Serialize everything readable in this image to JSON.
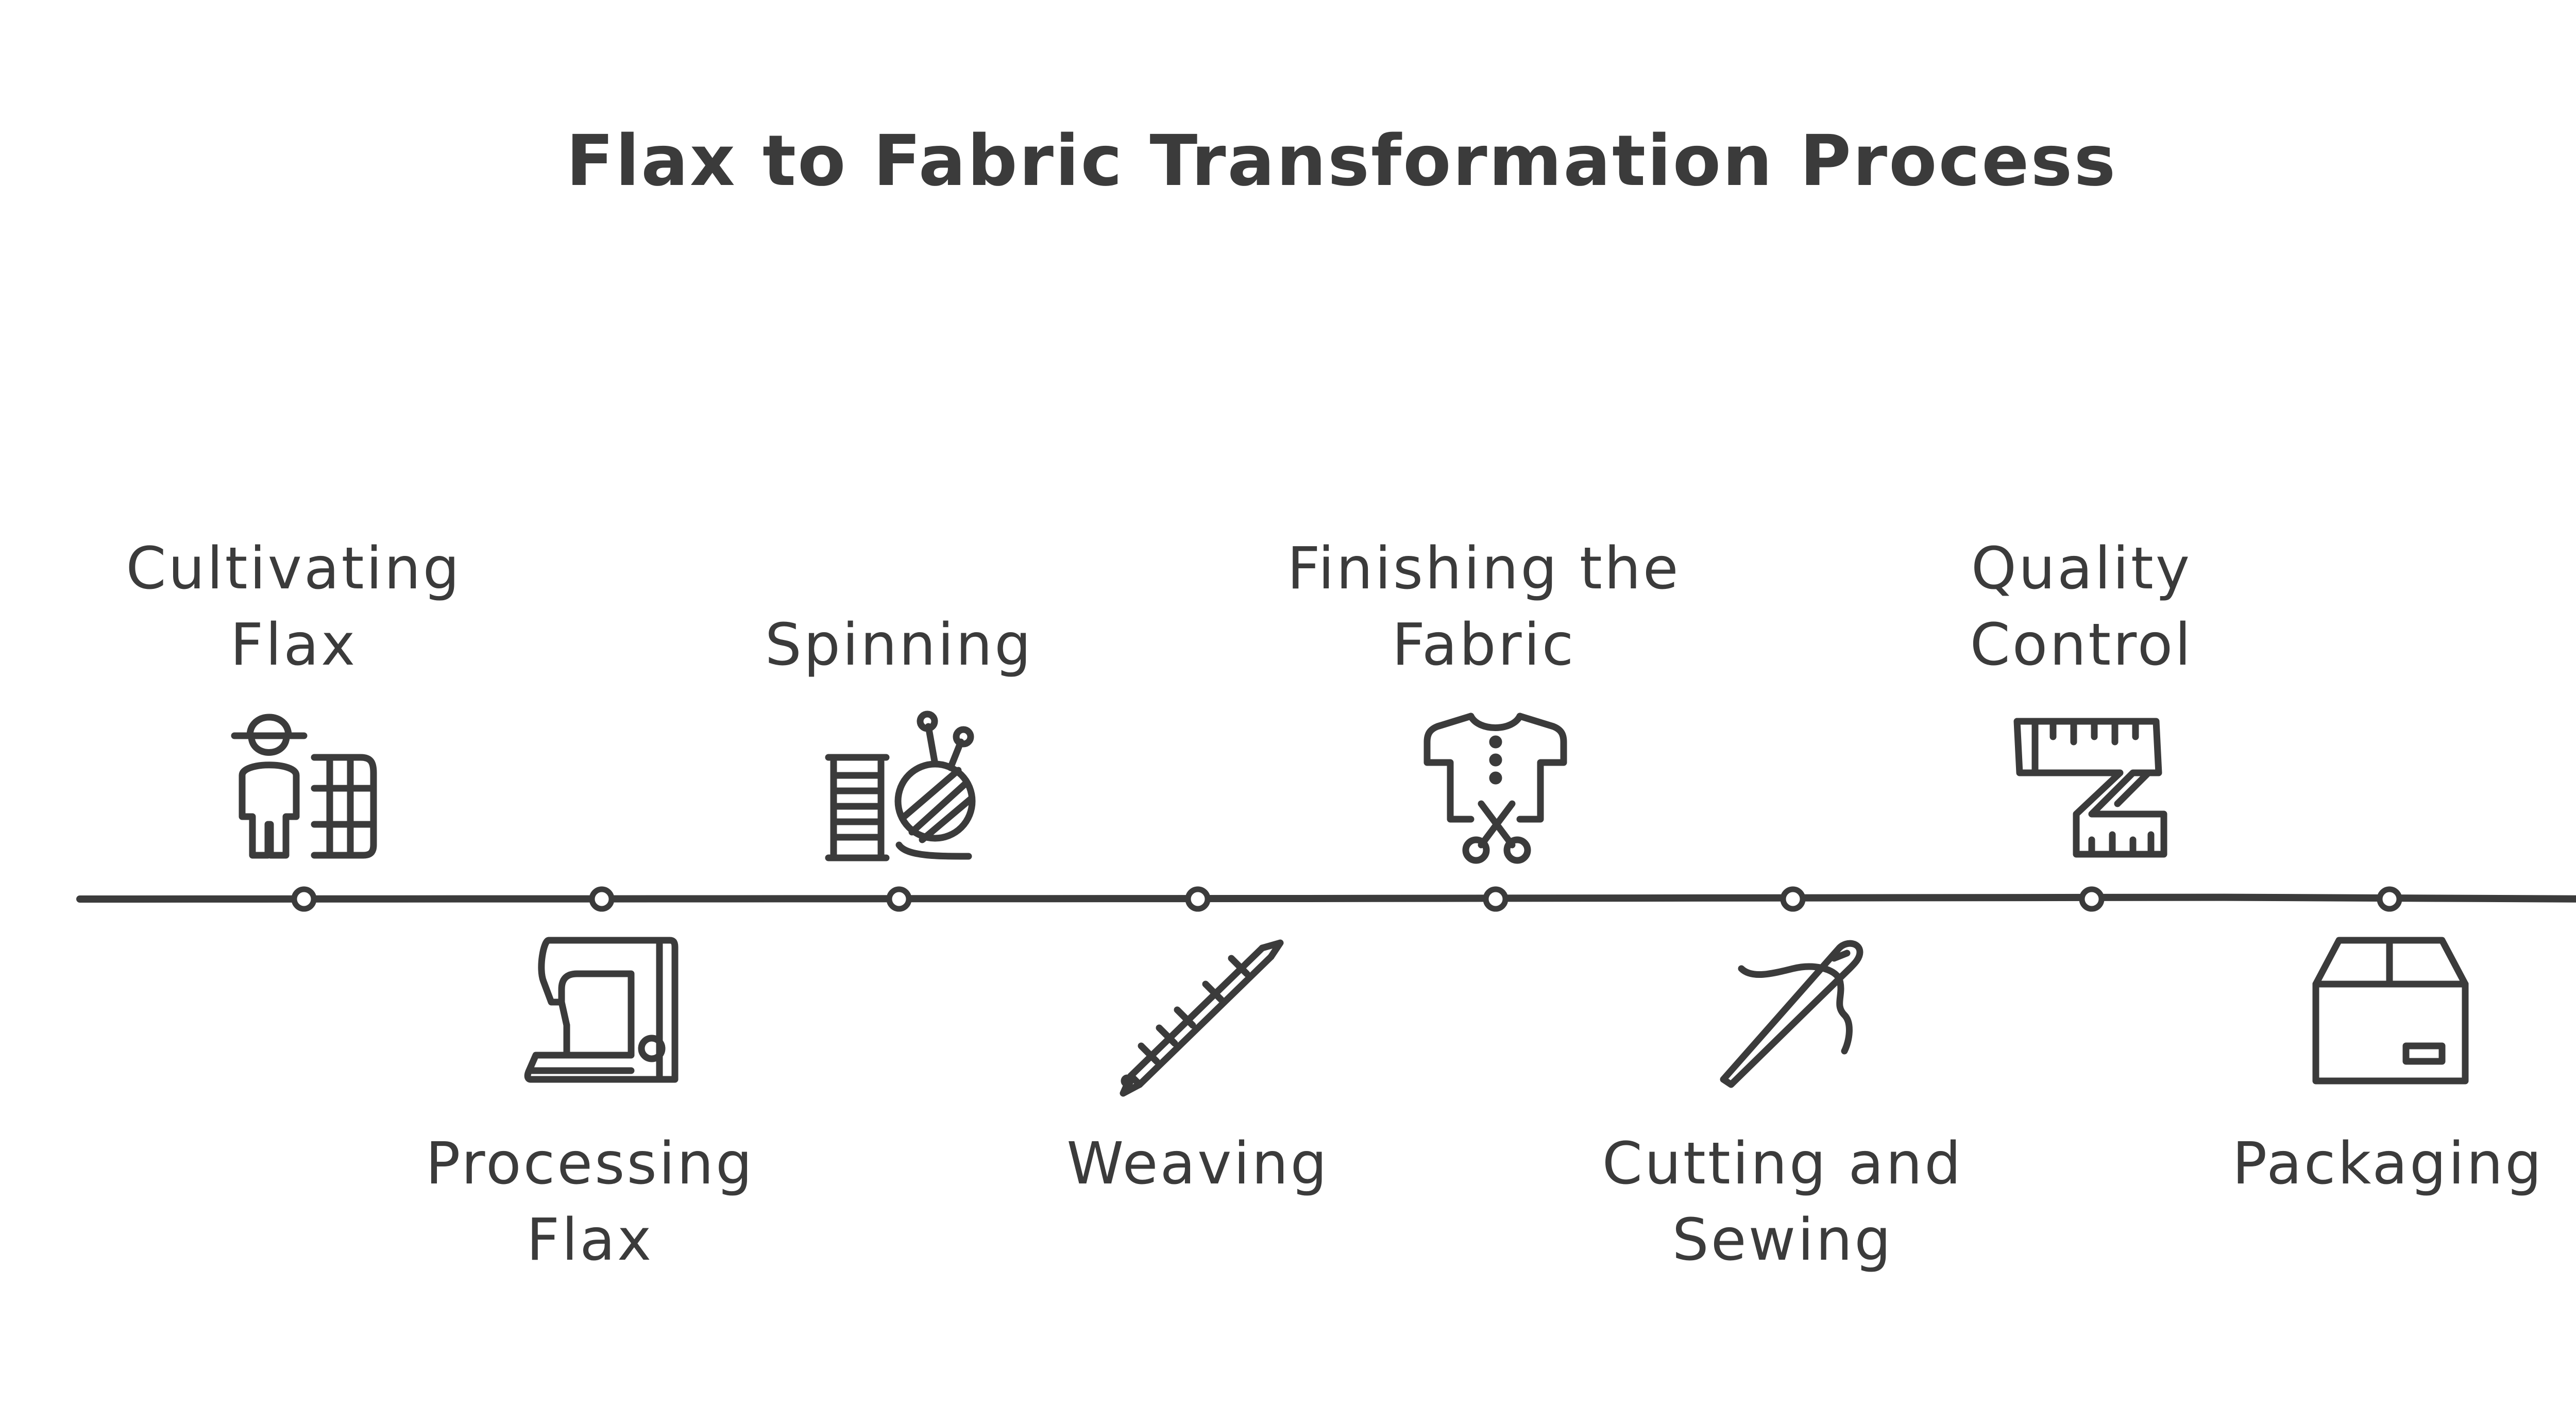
{
  "title": "Flax to Fabric Transformation Process",
  "colors": {
    "ink": "#3b3b3b",
    "background": "#ffffff"
  },
  "steps": [
    {
      "lines": [
        "Cultivating",
        "Flax"
      ],
      "icon": "farmer-and-crop-icon",
      "side": "above"
    },
    {
      "lines": [
        "Processing",
        "Flax"
      ],
      "icon": "sewing-machine-icon",
      "side": "below"
    },
    {
      "lines": [
        "Spinning"
      ],
      "icon": "thread-spool-and-yarn-ball-icon",
      "side": "above"
    },
    {
      "lines": [
        "Weaving"
      ],
      "icon": "weaving-needle-icon",
      "side": "below"
    },
    {
      "lines": [
        "Finishing the",
        "Fabric"
      ],
      "icon": "shirt-and-scissors-icon",
      "side": "above"
    },
    {
      "lines": [
        "Cutting and",
        "Sewing"
      ],
      "icon": "needle-and-thread-icon",
      "side": "below"
    },
    {
      "lines": [
        "Quality",
        "Control"
      ],
      "icon": "measuring-tape-icon",
      "side": "above"
    },
    {
      "lines": [
        "Packaging"
      ],
      "icon": "package-box-icon",
      "side": "below"
    }
  ]
}
